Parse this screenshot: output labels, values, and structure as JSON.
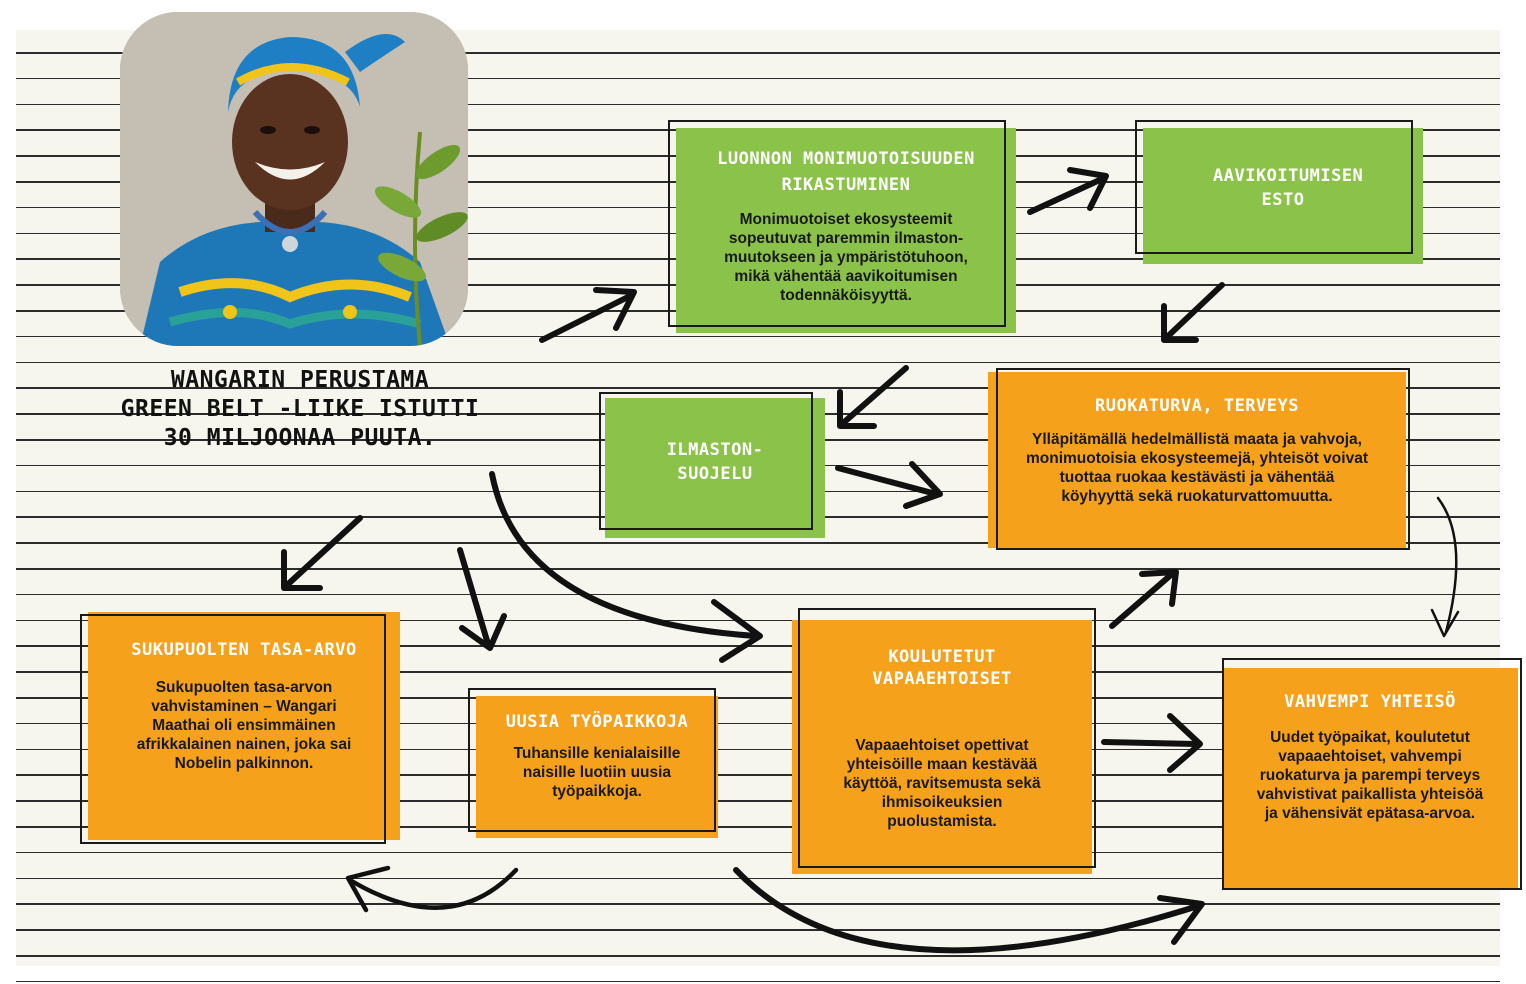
{
  "headline": {
    "line1": "WANGARIN PERUSTAMA",
    "line2": "GREEN BELT -LIIKE ISTUTTI",
    "line3": "30 MILJOONAA PUUTA."
  },
  "portrait": {
    "icon": "portrait-photo"
  },
  "colors": {
    "green": "#8bc34a",
    "orange": "#f5a11c",
    "ink": "#1a1a1a",
    "paper": "#f6f6ee"
  },
  "boxes": {
    "biodiversity": {
      "title": "LUONNON MONIMUOTOISUUDEN RIKASTUMINEN",
      "text": "Monimuotoiset ekosysteemit sopeutuvat paremmin ilmaston-muutokseen ja ympäristötuhoon, mikä vähentää aavikoitumisen todennäköisyyttä."
    },
    "desertification": {
      "title": "AAVIKOITUMISEN ESTO"
    },
    "climate": {
      "title": "ILMASTON-SUOJELU"
    },
    "food_security": {
      "title": "RUOKATURVA, TERVEYS",
      "text": "Ylläpitämällä hedelmällistä maata ja vahvoja, monimuotoisia ekosysteemejä, yhteisöt voivat tuottaa ruokaa kestävästi ja vähentää köyhyyttä sekä ruokaturvattomuutta."
    },
    "gender_equality": {
      "title": "SUKUPUOLTEN TASA-ARVO",
      "text": "Sukupuolten tasa-arvon vahvistaminen – Wangari Maathai oli ensimmäinen afrikkalainen nainen, joka sai Nobelin palkinnon."
    },
    "jobs": {
      "title": "UUSIA TYÖPAIKKOJA",
      "text": "Tuhansille kenialaisille naisille luotiin uusia työpaikkoja."
    },
    "volunteers": {
      "title": "KOULUTETUT VAPAAEHTOISET",
      "text": "Vapaaehtoiset opettivat yhteisöille maan kestävää käyttöä, ravitsemusta sekä ihmisoikeuksien puolustamista."
    },
    "community": {
      "title": "VAHVEMPI YHTEISÖ",
      "text": "Uudet työpaikat, koulutetut vapaaehtoiset, vahvempi ruokaturva ja parempi terveys vahvistivat paikallista yhteisöä ja vähensivät epätasa-arvoa."
    }
  }
}
